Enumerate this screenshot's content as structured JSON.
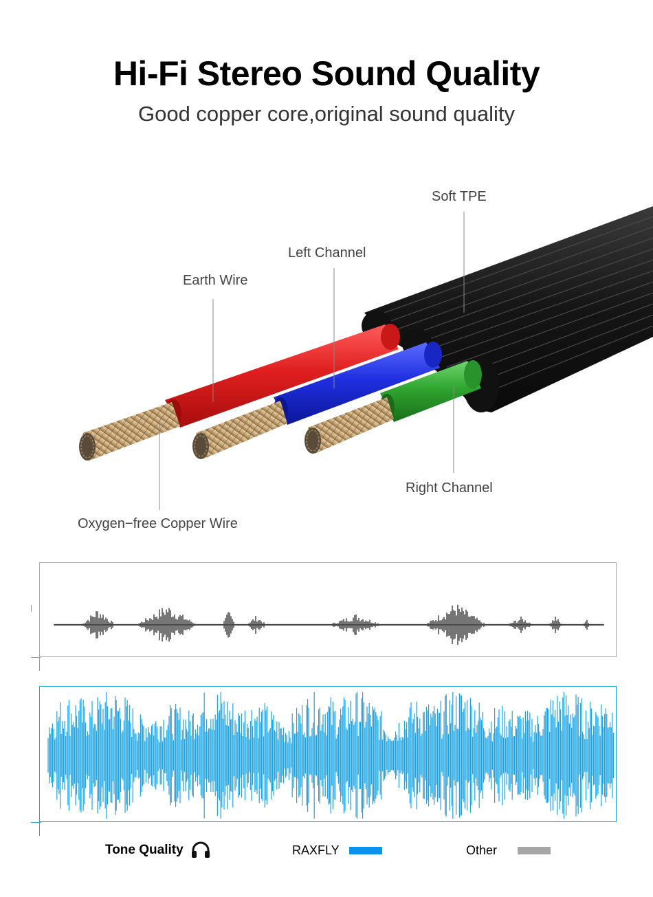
{
  "header": {
    "title": "Hi-Fi Stereo Sound Quality",
    "subtitle": "Good copper core,original sound quality"
  },
  "diagram": {
    "labels": {
      "soft_tpe": "Soft TPE",
      "left_channel": "Left Channel",
      "earth_wire": "Earth Wire",
      "right_channel": "Right Channel",
      "copper_wire": "Oxygen−free Copper Wire"
    },
    "colors": {
      "jacket": "#1a1a1a",
      "earth": "#e01f1f",
      "left": "#1f2fe0",
      "right": "#2fa52f",
      "copper": "#c9a878"
    }
  },
  "waveforms": {
    "other_color": "#3a3a3a",
    "raxfly_color": "#1aa4e6"
  },
  "legend": {
    "tone_quality": "Tone Quality",
    "tone_icon": "headphones-icon",
    "raxfly_label": "RAXFLY",
    "raxfly_color": "#0a93ee",
    "other_label": "Other",
    "other_color": "#a6a6a6"
  }
}
